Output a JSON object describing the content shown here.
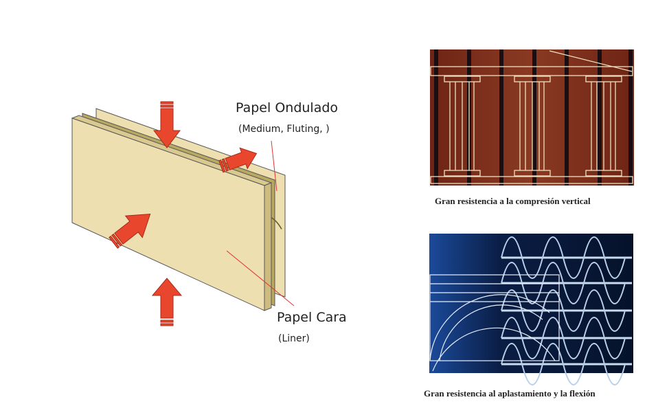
{
  "diagram": {
    "labels": {
      "medium_title": "Papel Ondulado",
      "medium_sub": "(Medium, Fluting, )",
      "liner_title": "Papel Cara",
      "liner_sub": "(Liner)"
    },
    "captions": {
      "compression": "Gran resistencia a la compresión vertical",
      "crush": "Gran resistencia al aplastamiento y la flexión"
    },
    "colors": {
      "board": "#eedfb0",
      "flute": "#b9a862",
      "arrow": "#e8472e",
      "wood": "#7a2e1c",
      "blue": "#0a1a3a"
    }
  }
}
